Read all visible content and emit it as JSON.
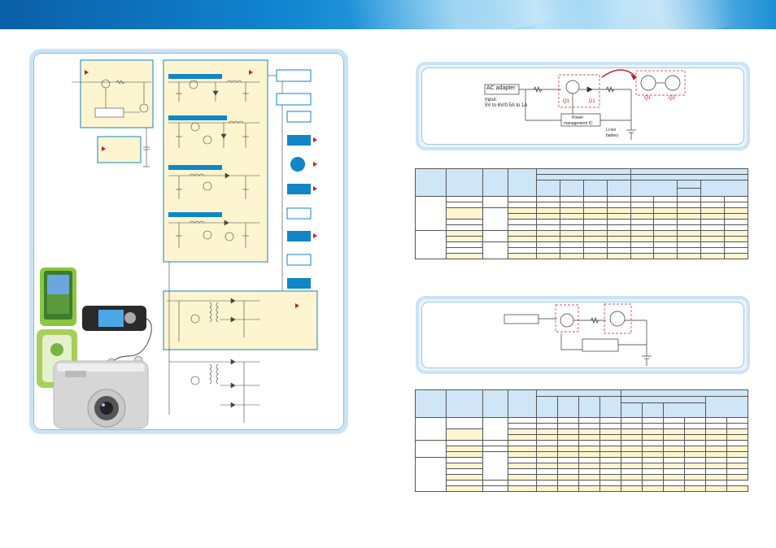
{
  "figure_top": {
    "ac_adapter": "AC adapter",
    "input_label": "Input:",
    "input_range": "5V to 6V/0.5A to 1A",
    "q1_label": "Q1",
    "d1_label": "D1",
    "q1_alt_label": "Q1",
    "q2_label": "Q2",
    "pmic_line1": "Power",
    "pmic_line2": "management IC",
    "battery_line1": "Li-ion",
    "battery_line2": "battery"
  },
  "colors": {
    "banner": "#1183cf",
    "panel_border": "#cbe3f7",
    "circuit_block": "#fdf5cf",
    "circuit_title_bar": "#0e86c8",
    "highlight_dash": "#c0202a",
    "arrow": "#c0202a",
    "output_badge": "#0e86c8"
  }
}
